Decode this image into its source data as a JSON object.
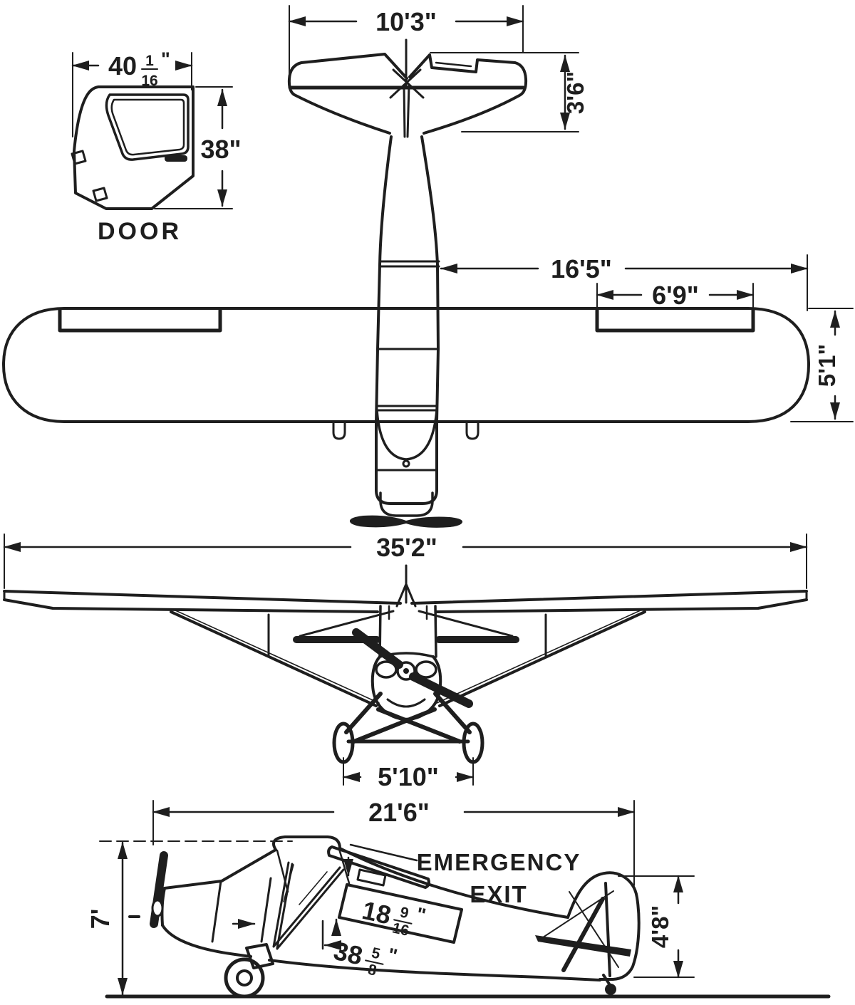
{
  "colors": {
    "ink": "#1e1e1e",
    "paper": "#ffffff"
  },
  "door_detail": {
    "caption": "DOOR",
    "width": {
      "whole": "40",
      "num": "1",
      "den": "16",
      "unit": "\""
    },
    "height": "38\""
  },
  "top_view": {
    "stab_span": "10'3\"",
    "stab_chord": "3'6\"",
    "wing_panel": "16'5\"",
    "aileron_span": "6'9\"",
    "wing_chord": "5'1\""
  },
  "front_view": {
    "wingspan": "35'2\"",
    "wheel_track": "5'10\""
  },
  "side_view": {
    "length": "21'6\"",
    "height": "7'",
    "tail_height": "4'8\"",
    "note_line1": "EMERGENCY",
    "note_line2": "EXIT",
    "exit_window_height": {
      "whole": "18",
      "num": "9",
      "den": "16",
      "unit": "\""
    },
    "exit_window_width": {
      "whole": "38",
      "num": "5",
      "den": "8",
      "unit": "\""
    }
  }
}
